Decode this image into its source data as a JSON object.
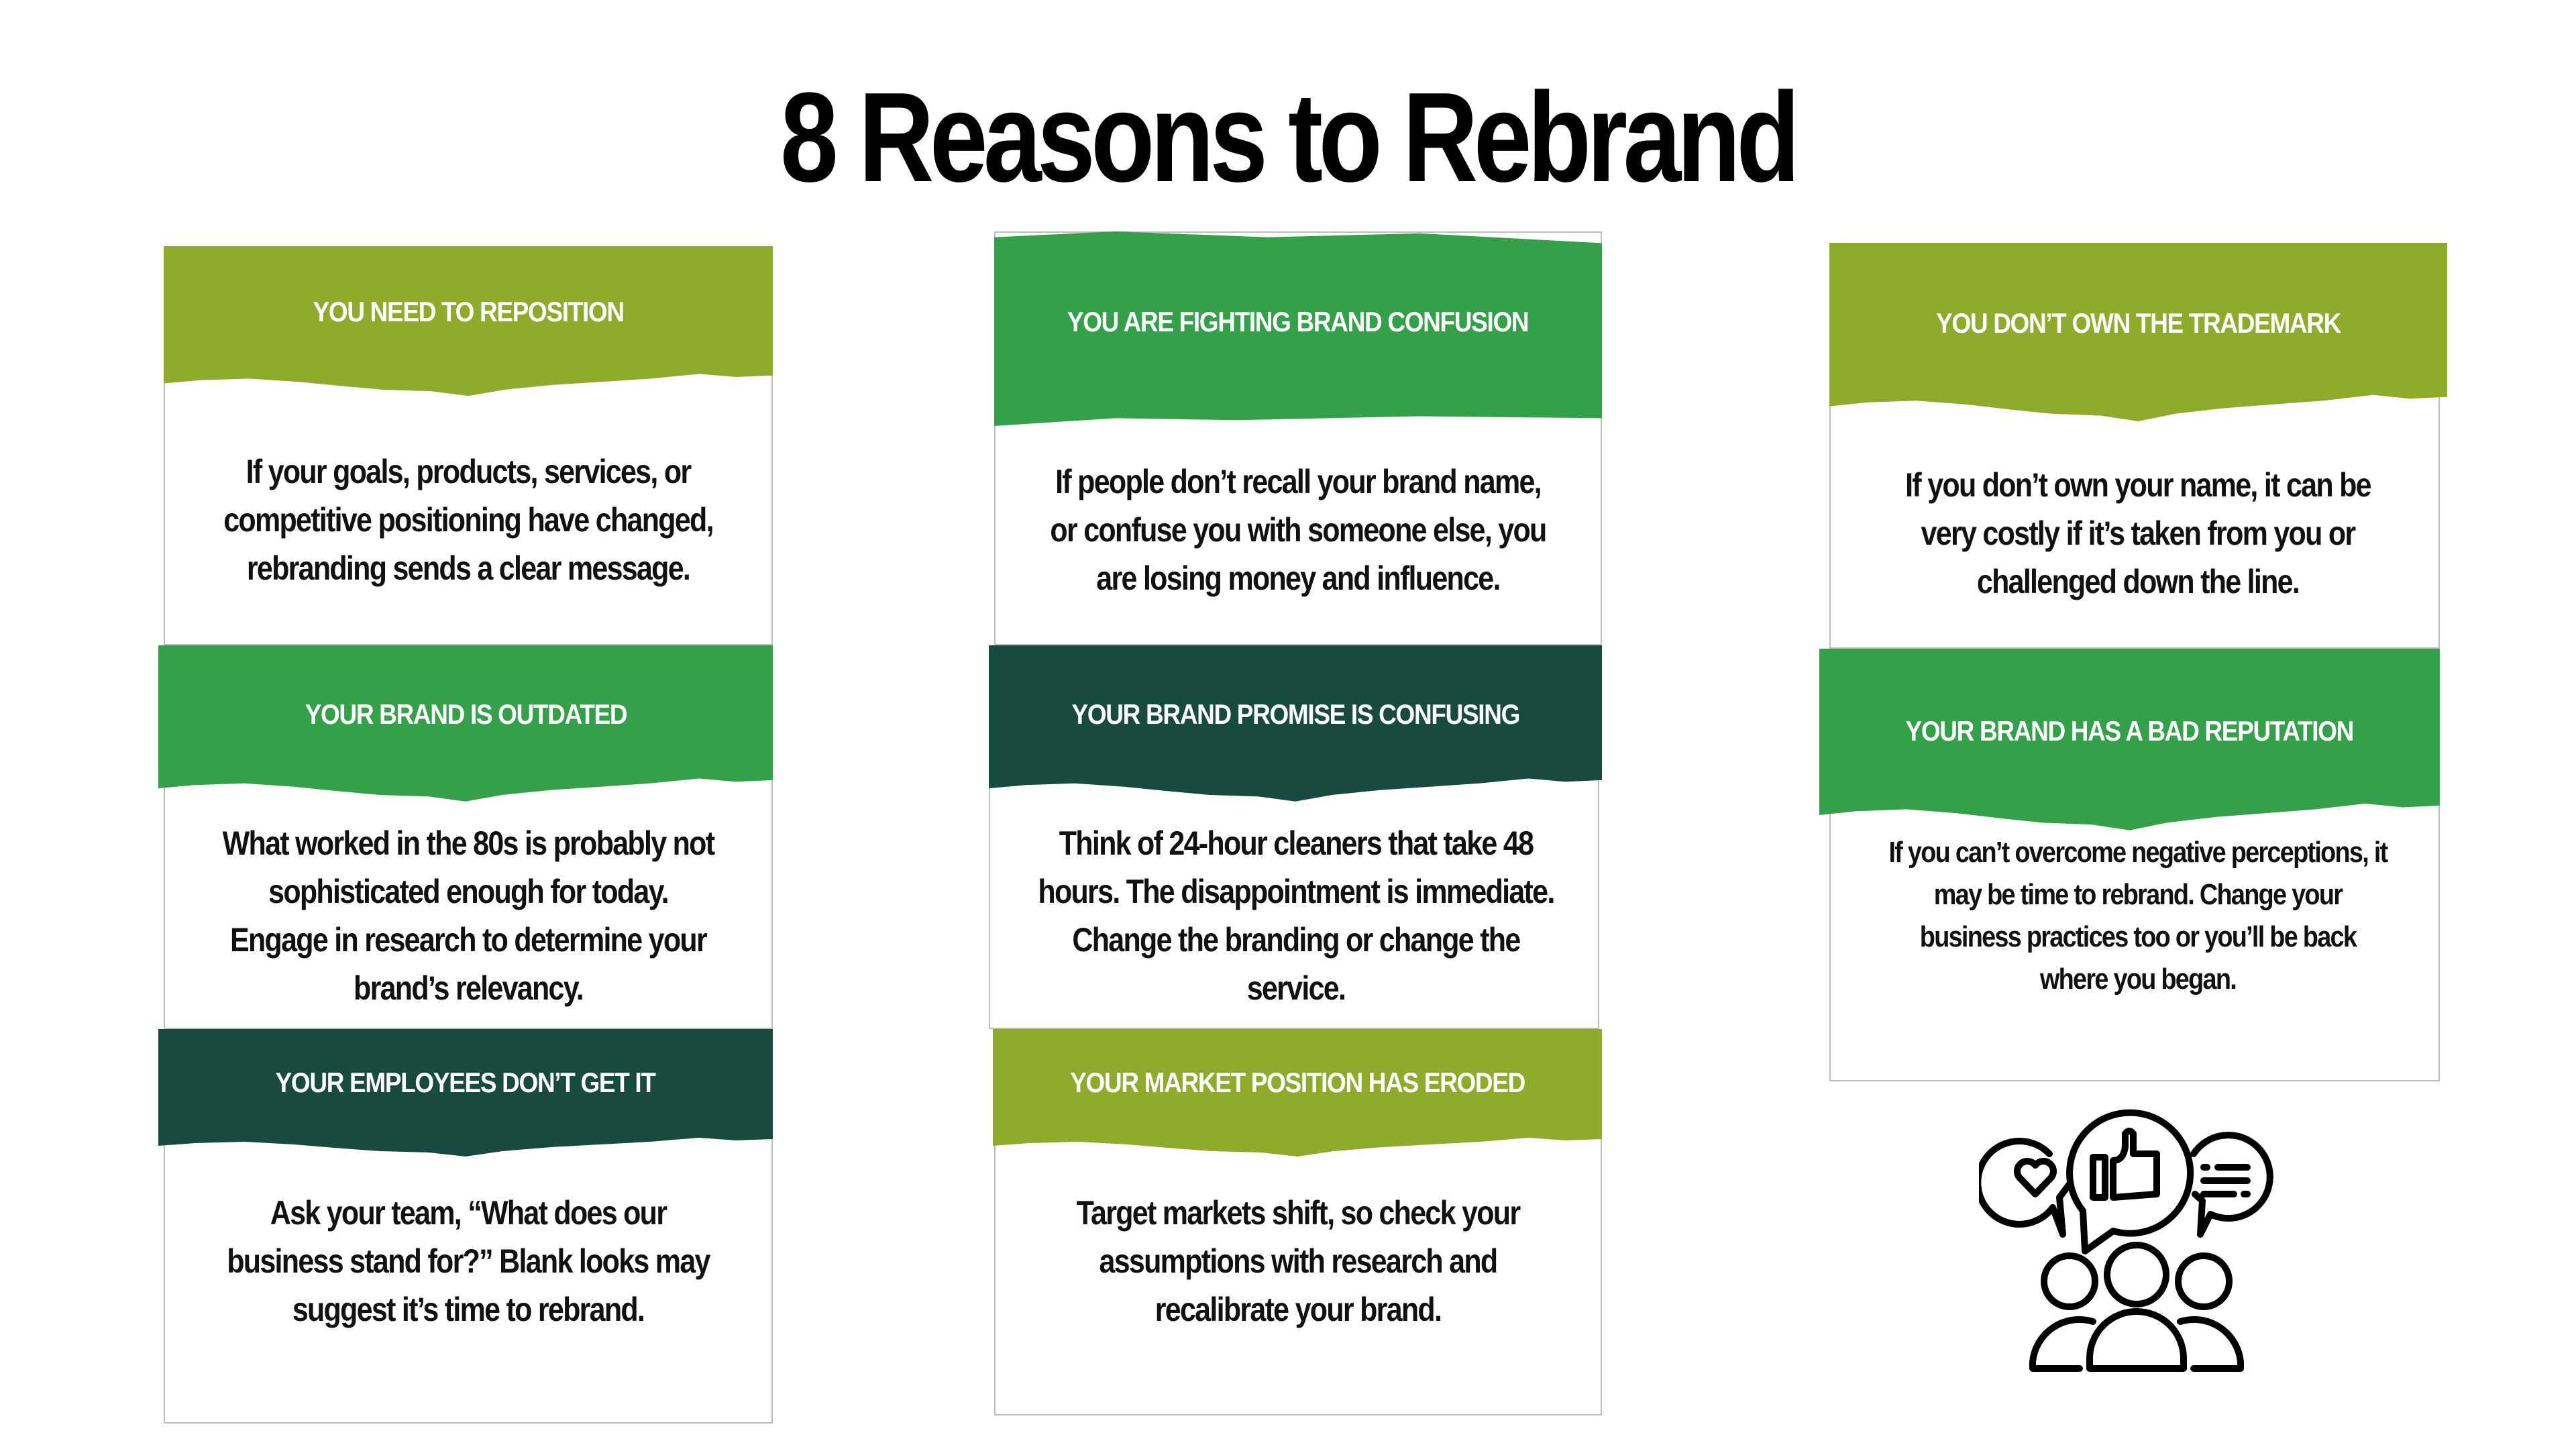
{
  "title": "8 Reasons to Rebrand",
  "colors": {
    "olive": "#8fab2c",
    "green": "#34a04a",
    "dark": "#184a3f"
  },
  "cards": [
    {
      "heading": "YOU NEED TO REPOSITION",
      "text": "If your goals, products, services, or competitive positioning have changed, rebranding sends a clear message."
    },
    {
      "heading": "YOUR BRAND IS OUTDATED",
      "text": "What worked in the 80s is probably not sophisticated enough for today. Engage in research to determine your brand’s relevancy."
    },
    {
      "heading": "YOUR EMPLOYEES DON’T GET IT",
      "text": "Ask your team, “What does our business stand for?” Blank looks may suggest it’s time to rebrand."
    },
    {
      "heading": "YOU ARE FIGHTING BRAND CONFUSION",
      "text": "If people don’t recall your brand name, or confuse you with someone else, you are losing money and influence."
    },
    {
      "heading": "YOUR BRAND PROMISE IS CONFUSING",
      "text": "Think of 24-hour cleaners that take 48 hours. The disappointment is immediate. Change the branding or change the service."
    },
    {
      "heading": "YOUR MARKET POSITION HAS ERODED",
      "text": "Target markets shift, so check your assumptions with research and recalibrate your brand."
    },
    {
      "heading": "YOU DON’T OWN THE TRADEMARK",
      "text": "If you don’t own your name, it can be very costly if it’s taken from you or challenged down the line."
    },
    {
      "heading": "YOUR BRAND HAS A BAD REPUTATION",
      "text": "If you can’t overcome negative perceptions, it may be time to rebrand. Change your business practices too or you’ll be back where you began."
    }
  ],
  "icon": "people-feedback-icon"
}
